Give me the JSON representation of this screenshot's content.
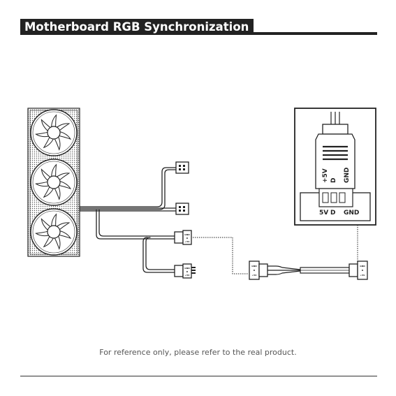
{
  "title": "Motherboard RGB Synchronization",
  "footnote": "For reference only, please refer to the real product.",
  "connector": {
    "plug_pins": [
      "+5V",
      "D",
      "GND"
    ],
    "header_pins": [
      "5V",
      "D",
      "GND"
    ]
  },
  "tiny_labels": {
    "gnd": "GND",
    "d": "D",
    "v": "+5V"
  },
  "colors": {
    "ink": "#222222",
    "background": "#ffffff"
  }
}
